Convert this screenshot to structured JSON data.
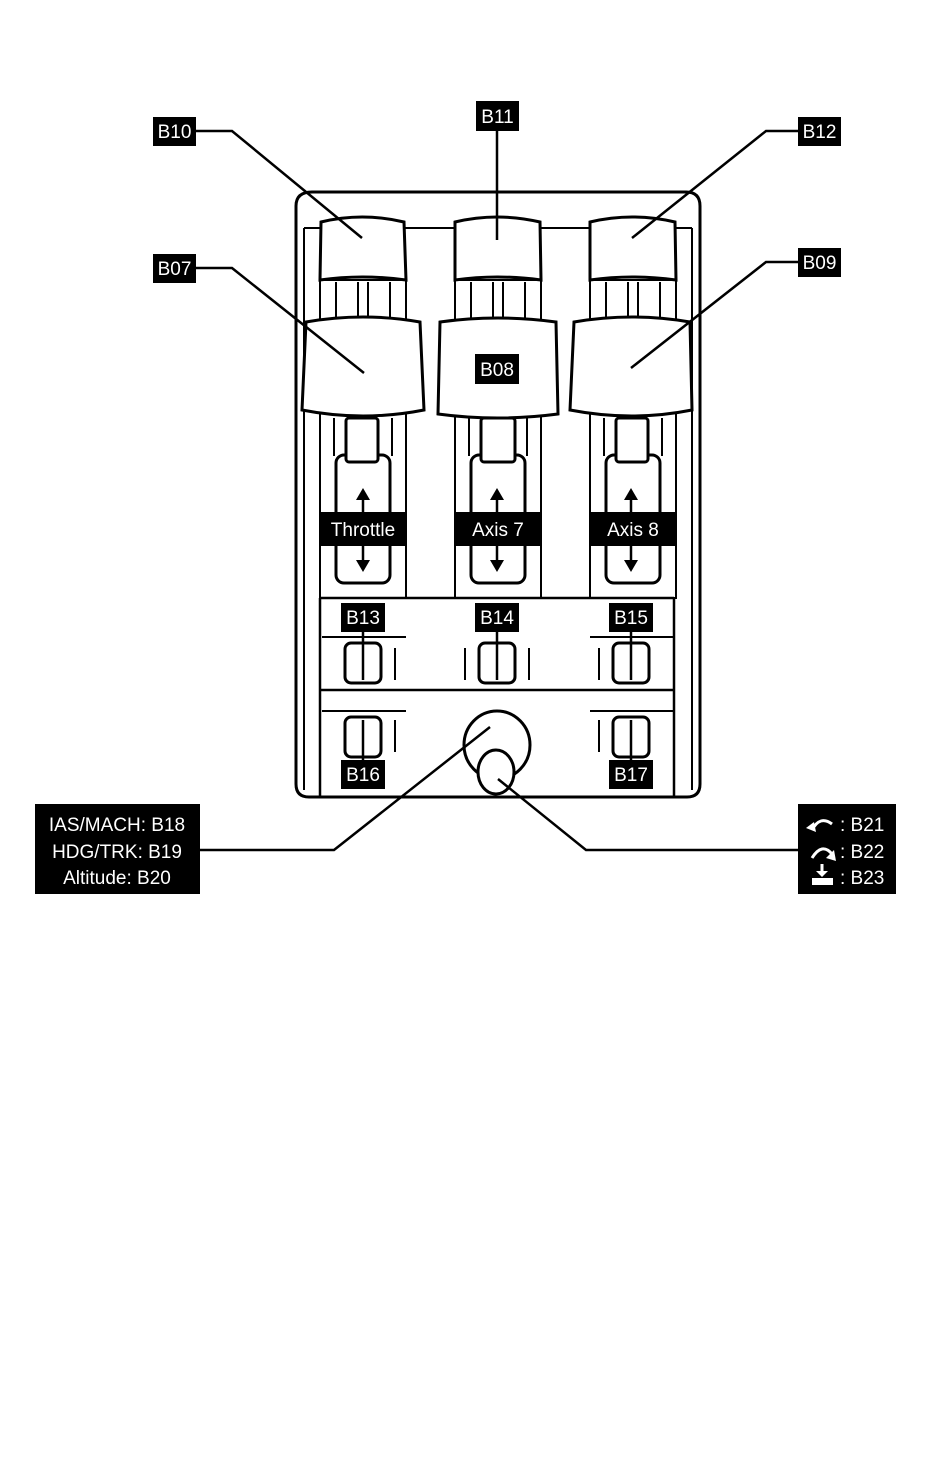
{
  "labels": {
    "b07": "B07",
    "b08": "B08",
    "b09": "B09",
    "b10": "B10",
    "b11": "B11",
    "b12": "B12",
    "b13": "B13",
    "b14": "B14",
    "b15": "B15",
    "b16": "B16",
    "b17": "B17"
  },
  "axes": {
    "throttle": "Throttle",
    "axis7": "Axis 7",
    "axis8": "Axis 8"
  },
  "knob_legend": {
    "lines": [
      "IAS/MACH: B18",
      "HDG/TRK: B19",
      "Altitude: B20"
    ]
  },
  "rotary_legend": {
    "items": [
      {
        "icon": "rotate-left-icon",
        "text": ": B21"
      },
      {
        "icon": "rotate-right-icon",
        "text": ": B22"
      },
      {
        "icon": "push-down-icon",
        "text": ": B23"
      }
    ]
  }
}
